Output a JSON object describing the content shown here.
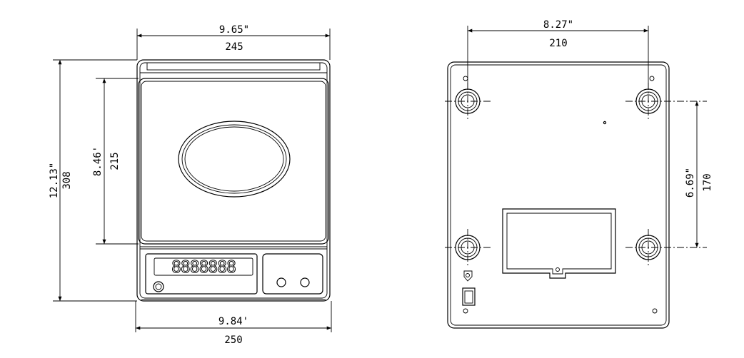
{
  "front_view": {
    "top_width_in": "9.65\"",
    "top_width_mm": "245",
    "height_in": "12.13\"",
    "height_mm": "308",
    "pan_height_in": "8.46'",
    "pan_height_mm": "215",
    "bottom_width_in": "9.84'",
    "bottom_width_mm": "250",
    "display_digits": "8888888"
  },
  "rear_view": {
    "foot_span_width_in": "8.27\"",
    "foot_span_width_mm": "210",
    "foot_span_height_in": "6.69\"",
    "foot_span_height_mm": "170"
  }
}
